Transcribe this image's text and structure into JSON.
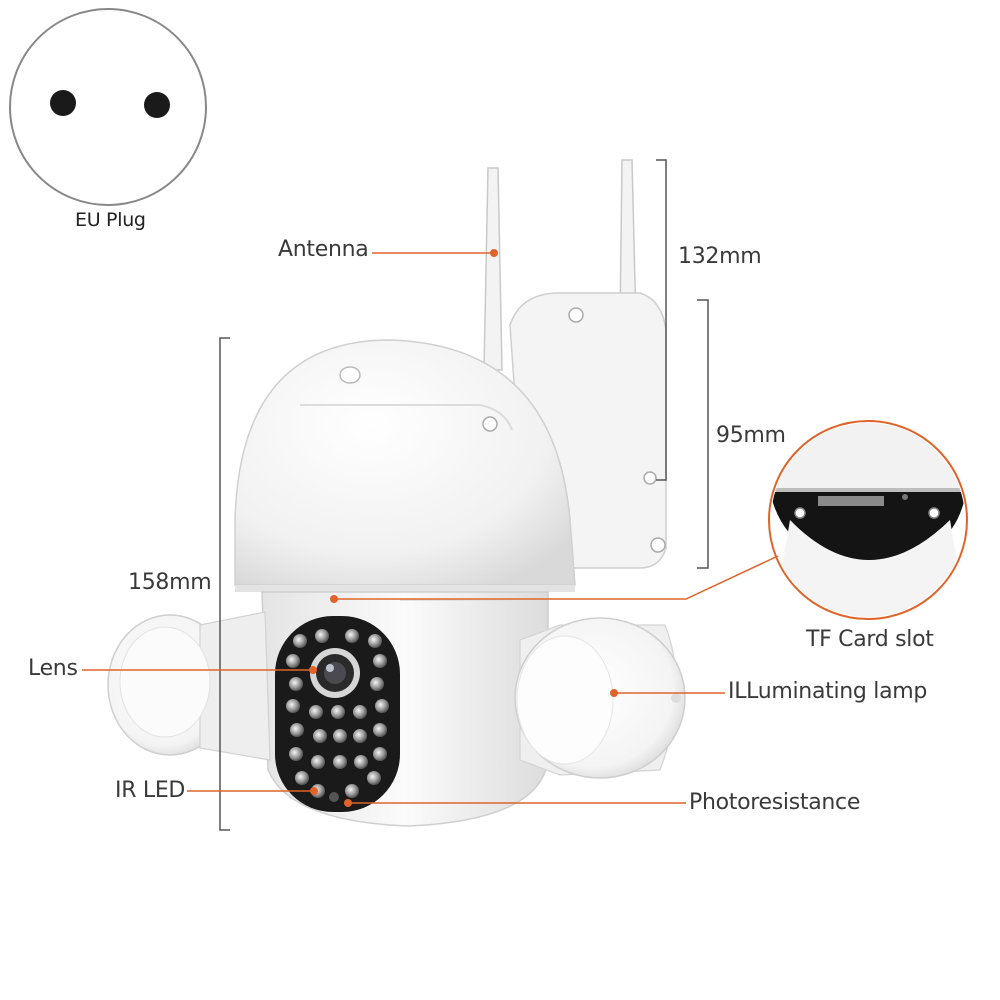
{
  "plug": {
    "label": "EU Plug"
  },
  "labels": {
    "antenna": "Antenna",
    "lens": "Lens",
    "ir_led": "IR LED",
    "tf_card_slot": "TF Card slot",
    "illuminating_lamp": "ILLuminating lamp",
    "photoresistance": "Photoresistance"
  },
  "dimensions": {
    "antenna_height": "132mm",
    "mount_height": "95mm",
    "body_height": "158mm"
  },
  "colors": {
    "callout_line": "#e0642a",
    "callout_dot": "#e0642a",
    "dimension_line": "#555555",
    "device_body": "#f2f2f2",
    "device_shadow": "#d6d6d6",
    "led_panel": "#1a1a1a"
  }
}
